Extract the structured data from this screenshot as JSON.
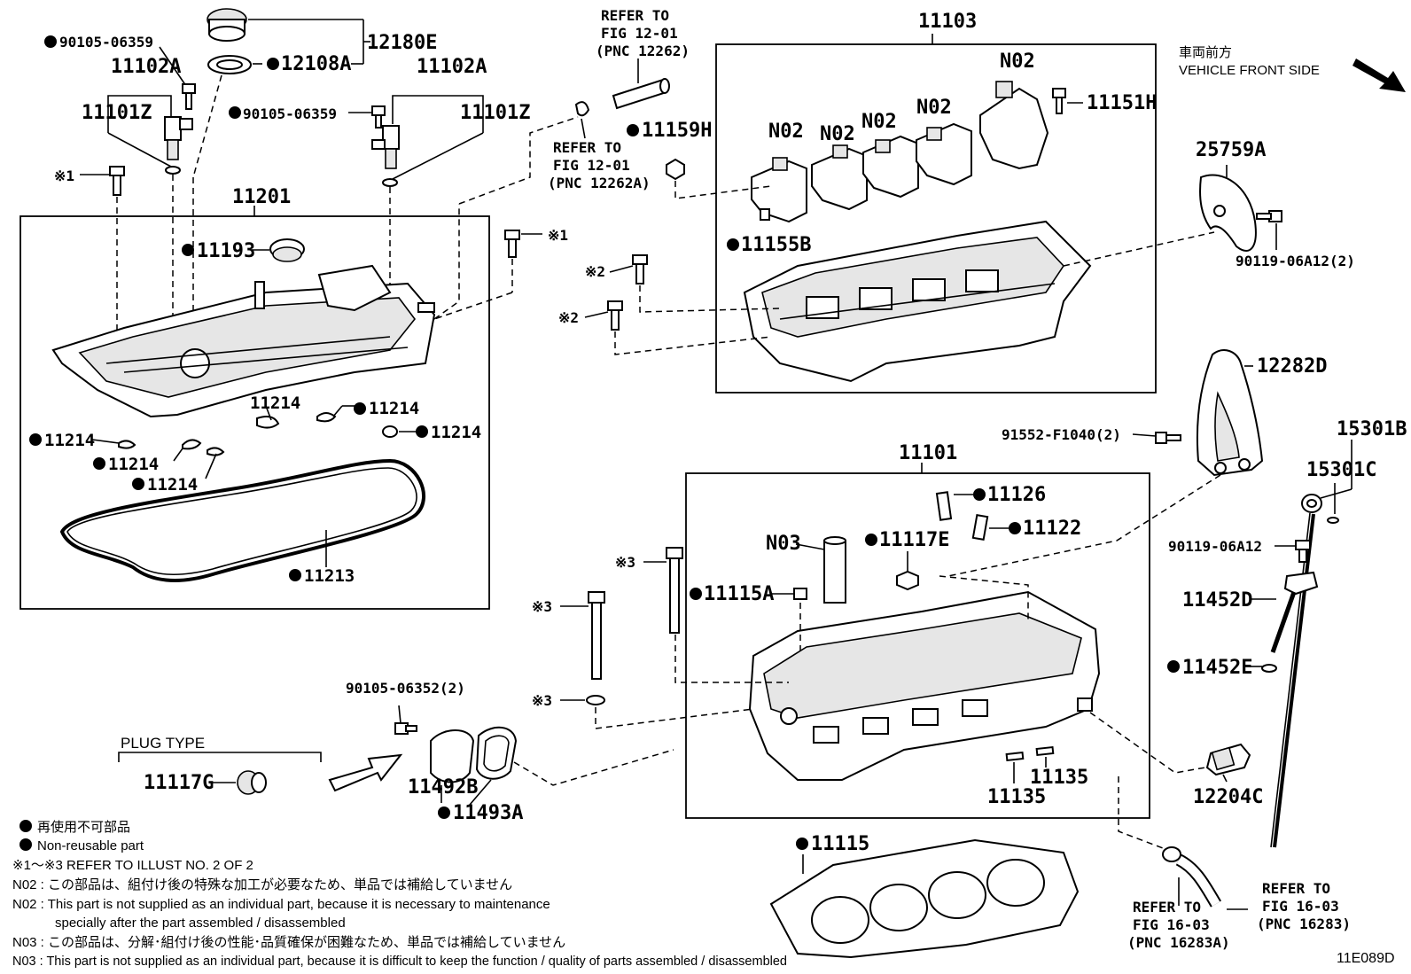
{
  "diagram": {
    "code": "11E089D",
    "vehicle_front": {
      "jp": "車両前方",
      "en": "VEHICLE FRONT SIDE"
    },
    "plug_type_label": "PLUG TYPE",
    "refer_blocks": {
      "r1": {
        "l1": "REFER TO",
        "l2": "FIG 12-01",
        "l3": "(PNC 12262)"
      },
      "r2": {
        "l1": "REFER TO",
        "l2": "FIG 12-01",
        "l3": "(PNC 12262A)"
      },
      "r3": {
        "l1": "REFER TO",
        "l2": "FIG 16-03",
        "l3": "(PNC 16283A)"
      },
      "r4": {
        "l1": "REFER TO",
        "l2": "FIG 16-03",
        "l3": "(PNC 16283)"
      }
    },
    "labels": {
      "p12180E": "12180E",
      "p12108A": "12108A",
      "p90105_06359_a": "90105-06359",
      "p90105_06359_b": "90105-06359",
      "p11102A_a": "11102A",
      "p11102A_b": "11102A",
      "p11101Z_a": "11101Z",
      "p11101Z_b": "11101Z",
      "ref1_a": "※1",
      "ref1_b": "※1",
      "p11201": "11201",
      "p11193": "11193",
      "p11214_a": "11214",
      "p11214_b": "11214",
      "p11214_c": "11214",
      "p11214_d": "11214",
      "p11214_e": "11214",
      "p11214_f": "11214",
      "p11213": "11213",
      "p11103": "11103",
      "n02_a": "N02",
      "n02_b": "N02",
      "n02_c": "N02",
      "n02_d": "N02",
      "n02_e": "N02",
      "p11151H": "11151H",
      "p11159H": "11159H",
      "p11155B": "11155B",
      "ref2_a": "※2",
      "ref2_b": "※2",
      "p25759A": "25759A",
      "p90119_06A12_2": "90119-06A12(2)",
      "p12282D": "12282D",
      "p91552_F1040_2": "91552-F1040(2)",
      "p15301B": "15301B",
      "p15301C": "15301C",
      "p11101": "11101",
      "p11126": "11126",
      "p11122": "11122",
      "n03": "N03",
      "p11117E": "11117E",
      "p11115A": "11115A",
      "ref3_a": "※3",
      "ref3_b": "※3",
      "ref3_c": "※3",
      "p90119_06A12": "90119-06A12",
      "p11452D": "11452D",
      "p11452E": "11452E",
      "p90105_06352_2": "90105-06352(2)",
      "p11117G": "11117G",
      "p11492B": "11492B",
      "p11493A": "11493A",
      "p11135_a": "11135",
      "p11135_b": "11135",
      "p12204C": "12204C",
      "p11115": "11115"
    }
  },
  "legend": {
    "nonreusable_jp": "再使用不可部品",
    "nonreusable_en": "Non-reusable part",
    "refer_note": "※1～※3  REFER TO ILLUST NO. 2 OF 2",
    "n02_jp_prefix": "N02 : ",
    "n02_jp": "この部品は、組付け後の特殊な加工が必要なため、単品では補給していません",
    "n02_en_prefix": "N02 : ",
    "n02_en_1": "This part is not supplied as an individual part, because it is necessary to maintenance",
    "n02_en_2": "specially after the part assembled / disassembled",
    "n03_jp_prefix": "N03 : ",
    "n03_jp": "この部品は、分解･組付け後の性能･品質確保が困難なため、単品では補給していません",
    "n03_en_prefix": "N03 : ",
    "n03_en": "This part is not supplied as an individual part, because it is difficult to keep the function / quality of parts  assembled / disassembled"
  }
}
